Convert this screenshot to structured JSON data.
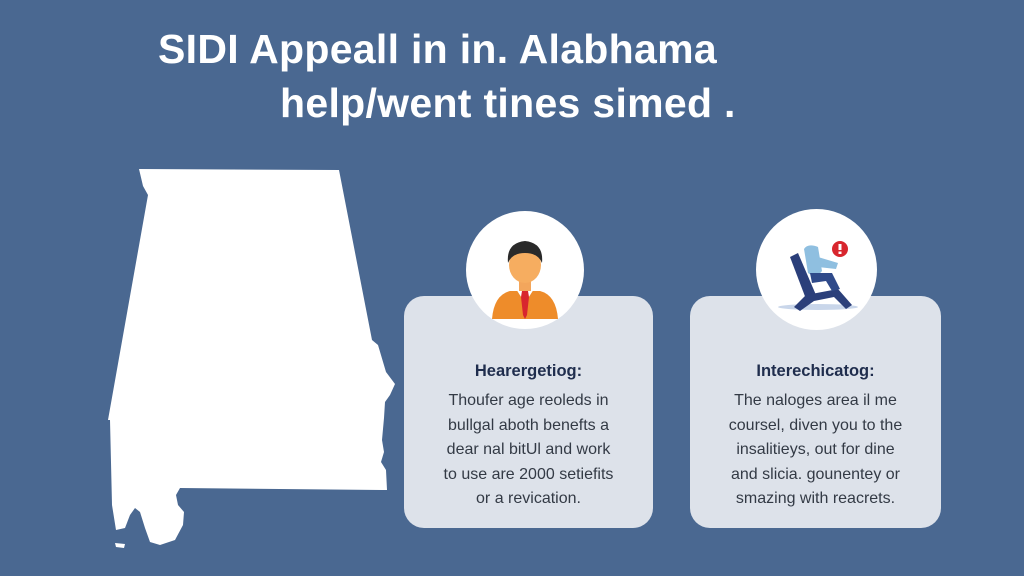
{
  "header": {
    "title_line1": "SIDI Appeall  in in. Alabhama",
    "title_line2": "help/went tines simed ."
  },
  "map": {
    "icon": "alabama-map-silhouette",
    "fill": "#ffffff"
  },
  "cards": [
    {
      "icon": "person-tie-icon",
      "heading": "Hearergetiog:",
      "lines": [
        "Thoufer age reoleds in",
        "bullgal aboth benefts a",
        "dear nal bitUl and work",
        "to use are 2000 setiefits",
        "or a revication."
      ]
    },
    {
      "icon": "seated-person-alert-icon",
      "heading": "Interechicatog:",
      "lines": [
        "The naloges area il me",
        "coursel, diven you to the",
        "insalitieys, out for dine",
        "and slicia. gounentey or",
        "smazing with reacrets."
      ]
    }
  ],
  "colors": {
    "background": "#4a6891",
    "card": "#dde2ea",
    "heading": "#1f2d4d",
    "accent_orange": "#ee8c2a",
    "accent_red": "#d8262e",
    "accent_navy": "#2b3f7a",
    "accent_lightblue": "#8fbfe0"
  }
}
